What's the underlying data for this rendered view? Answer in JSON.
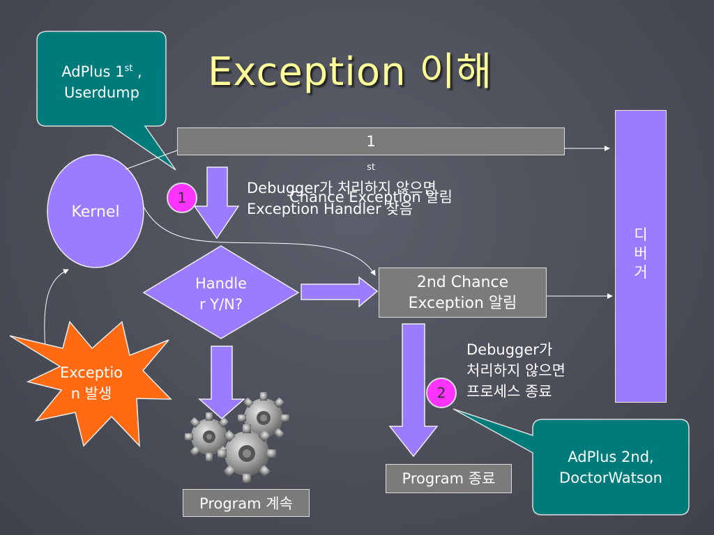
{
  "title": "Exception 이해",
  "callout_top": {
    "line1_main": "AdPlus 1",
    "line1_sup": "st",
    "line1_tail": " ,",
    "line2": "Userdump"
  },
  "callout_bottom": {
    "line1": "AdPlus 2nd,",
    "line2": "DoctorWatson"
  },
  "chance1": {
    "prefix": "1",
    "sup": "st",
    "rest": " Chance Exception 알림"
  },
  "chance2": {
    "line1": "2nd Chance",
    "line2": "Exception 알림"
  },
  "kernel": "Kernel",
  "decision": {
    "line1": "Handle",
    "line2": "r Y/N?"
  },
  "exception_star": {
    "line1": "Exceptio",
    "line2": "n 발생"
  },
  "debugger": {
    "line1": "디",
    "line2": "버",
    "line3": "거"
  },
  "note1": {
    "line1": "Debugger가 처리하지 않으면",
    "line2": "Exception Handler 찾음"
  },
  "note2": {
    "line1": "Debugger가",
    "line2": "처리하지 않으면",
    "line3": "프로세스 종료"
  },
  "badge1": "1",
  "badge2": "2",
  "program_end": "Program 종료",
  "program_continue": "Program 계속",
  "colors": {
    "background": "#4f525d",
    "title": "#ffff99",
    "purple": "#9b7bff",
    "teal": "#007b7b",
    "gray_box": "#7b7b7b",
    "badge": "#ff33ff",
    "starburst": "#ff6a13"
  }
}
